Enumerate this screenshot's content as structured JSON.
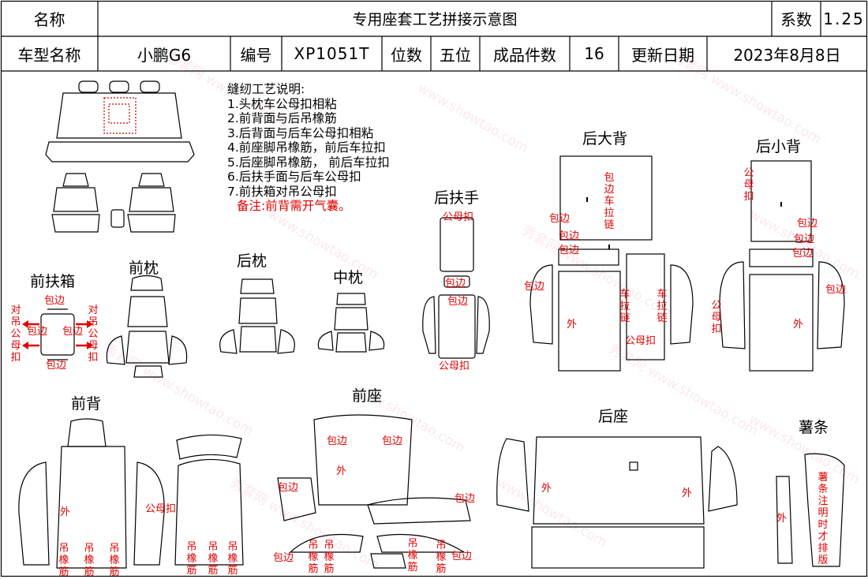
{
  "header": {
    "name_label": "名称",
    "title": "专用座套工艺拼接示意图",
    "coef_label": "系数",
    "coef_value": "1.25",
    "model_label": "车型名称",
    "model_value": "小鹏G6",
    "code_label": "编号",
    "code_value": "XP1051T",
    "seats_label": "位数",
    "seats_value": "五位",
    "count_label": "成品件数",
    "count_value": "16",
    "date_label": "更新日期",
    "date_value": "2023年8月8日"
  },
  "notes": {
    "heading": "缝纫工艺说明:",
    "items": [
      "1.头枕车公母扣相粘",
      "2.前背面与后吊橡筋",
      "3.后背面与后车公母扣相粘",
      "4.前座脚吊橡筋，前后车拉扣",
      "5.后座脚吊橡筋， 前后车拉扣",
      "6.后扶手面与后车公母扣",
      "7.前扶箱对吊公母扣"
    ],
    "remark": "备注:前背需开气囊。"
  },
  "sections": {
    "front_armbox": "前扶箱",
    "front_headrest": "前枕",
    "rear_headrest": "后枕",
    "mid_headrest": "中枕",
    "rear_armrest": "后扶手",
    "rear_big_back": "后大背",
    "rear_small_back": "后小背",
    "front_back": "前背",
    "front_seat": "前座",
    "rear_seat": "后座",
    "strip": "薯条"
  },
  "annotations": {
    "hem": "包边",
    "outer": "外",
    "snap": "公母扣",
    "hang_snap": "对吊公母扣",
    "hang_elastic": "吊橡筋",
    "hem_zip": "包边车拉链",
    "zip": "车拉链",
    "strip_note": "薯条注明时才排版"
  },
  "watermark": {
    "brand": "秀套网",
    "url": "www.showtao.com"
  }
}
